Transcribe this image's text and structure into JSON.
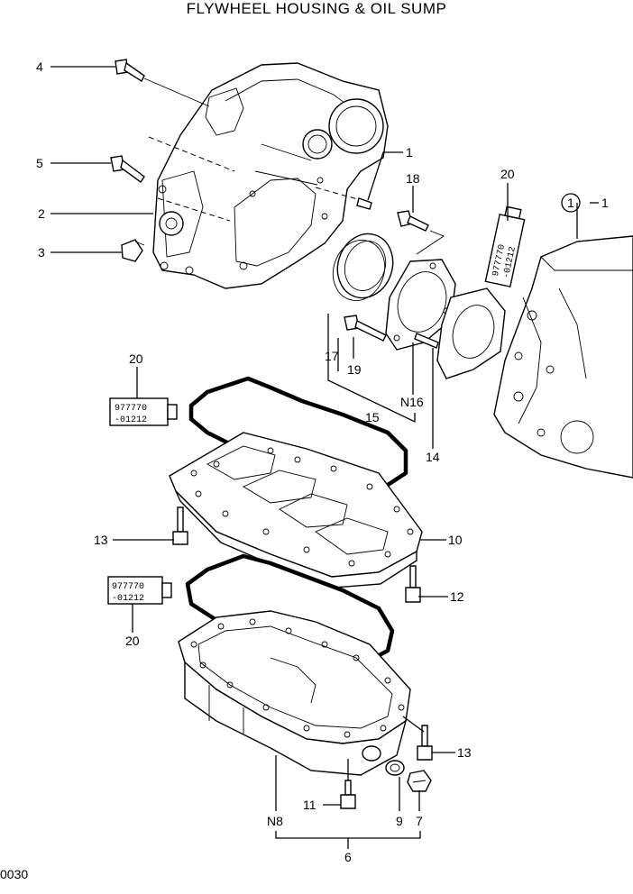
{
  "title": "FLYWHEEL HOUSING & OIL SUMP",
  "page_code": "0030",
  "callouts": {
    "c4": "4",
    "c5": "5",
    "c2": "2",
    "c3": "3",
    "c1": "1",
    "c18": "18",
    "c20a": "20",
    "c1ref": "1",
    "c17": "17",
    "c19": "19",
    "cN16": "N16",
    "c15": "15",
    "c14": "14",
    "c20b": "20",
    "c13a": "13",
    "c10": "10",
    "c12": "12",
    "c20c": "20",
    "c13b": "13",
    "c11": "11",
    "cN8": "N8",
    "c9": "9",
    "c7": "7",
    "c6": "6"
  },
  "sealant_tube": {
    "line1": "977770",
    "line2": "-01212"
  }
}
